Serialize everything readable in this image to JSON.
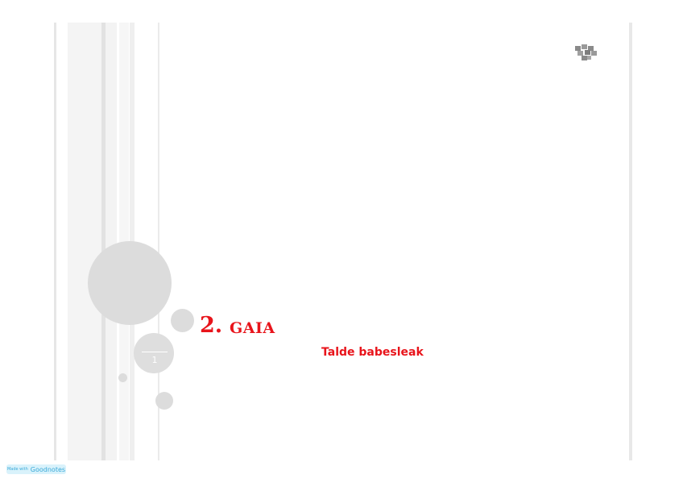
{
  "slide": {
    "title_number": "2.",
    "title_word": "GAIA",
    "subtitle": "Talde babesleak",
    "page_number": "1"
  },
  "badge": {
    "made_with": "Made with",
    "brand": "Goodnotes"
  },
  "colors": {
    "accent": "#e8141b",
    "circle": "#dcdcdc",
    "stripe": "#ececec"
  },
  "icons": {
    "logo": "university-logo-icon"
  }
}
